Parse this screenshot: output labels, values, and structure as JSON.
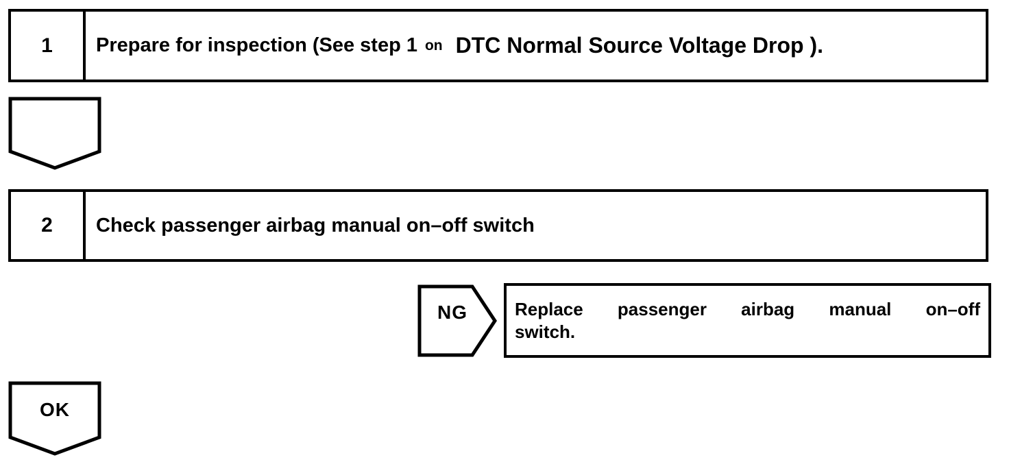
{
  "diagram": {
    "background": "#ffffff",
    "line_color": "#000000",
    "steps": [
      {
        "number": "1",
        "text_prefix": "Prepare for inspection (See step 1",
        "text_ref_intro": "on",
        "text_reference": "DTC Normal Source Voltage Drop )."
      },
      {
        "number": "2",
        "text": "Check passenger airbag manual on–off switch"
      }
    ],
    "connectors": {
      "after_step1": {
        "shape": "pentagon-down",
        "label": ""
      },
      "ng": {
        "shape": "pentagon-right",
        "label": "NG"
      },
      "ok": {
        "shape": "pentagon-down",
        "label": "OK"
      }
    },
    "actions": {
      "ng_result_line1": "Replace passenger airbag manual on–off",
      "ng_result_line2": "switch."
    }
  }
}
